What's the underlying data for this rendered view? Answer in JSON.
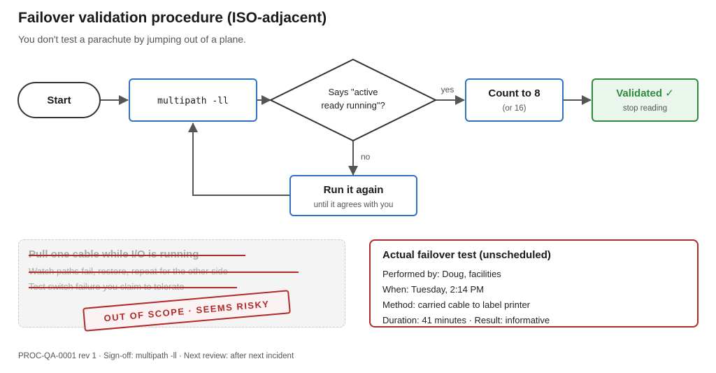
{
  "header": {
    "title": "Failover validation procedure (ISO-adjacent)",
    "subtitle": "You don't test a parachute by jumping out of a plane."
  },
  "flow": {
    "start": "Start",
    "command": "multipath -ll",
    "decision_line1": "Says \"active",
    "decision_line2": "ready running\"?",
    "yes_label": "yes",
    "no_label": "no",
    "count_title": "Count to 8",
    "count_sub": "(or 16)",
    "validated_title": "Validated ✓",
    "validated_sub": "stop reading",
    "retry_title": "Run it again",
    "retry_sub": "until it agrees with you"
  },
  "out_of_scope": {
    "line1": "Pull one cable while I/O is running",
    "line2": "Watch paths fail, restore, repeat for the other side",
    "line3": "Test switch failure you claim to tolerate",
    "stamp": "OUT OF SCOPE · SEEMS RISKY"
  },
  "actual_test": {
    "heading": "Actual failover test (unscheduled)",
    "rows": [
      "Performed by: Doug, facilities",
      "When: Tuesday, 2:14 PM",
      "Method: carried cable to label printer",
      "Duration: 41 minutes · Result: informative"
    ]
  },
  "footer": "PROC-QA-0001 rev 1 · Sign-off: multipath -ll · Next review: after next incident",
  "colors": {
    "blue": "#2f72c4",
    "green": "#2e8b3c",
    "green_fill": "#eaf5ec",
    "red": "#b02a2a",
    "gray_arrow": "#555555"
  }
}
